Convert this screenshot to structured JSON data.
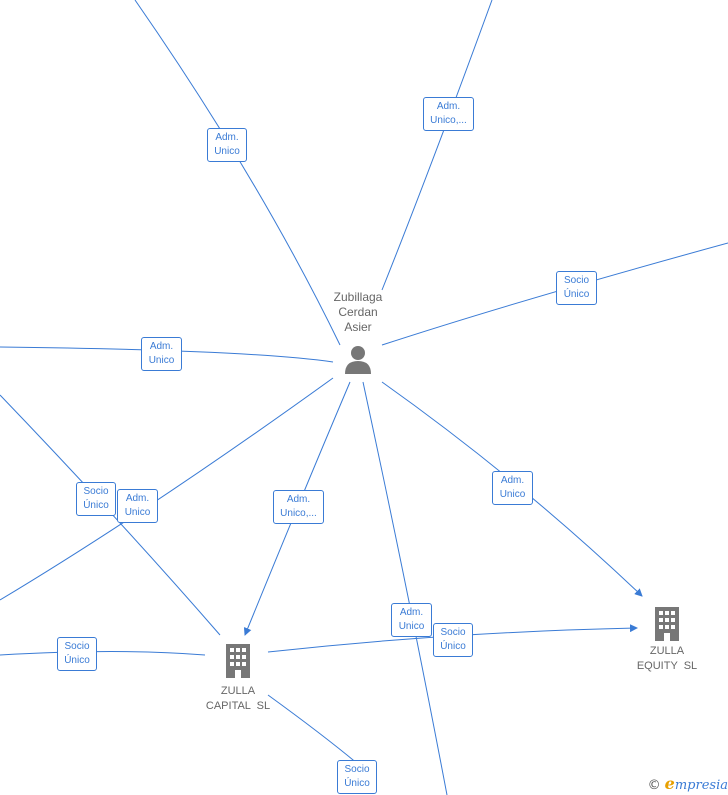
{
  "diagram": {
    "nodes": {
      "person": {
        "name_lines": [
          "Zubillaga",
          "Cerdan",
          "Asier"
        ],
        "icon": "person-icon"
      },
      "zulla_capital": {
        "name_lines": [
          "ZULLA",
          "CAPITAL  SL"
        ],
        "icon": "building-icon"
      },
      "zulla_equity": {
        "name_lines": [
          "ZULLA",
          "EQUITY  SL"
        ],
        "icon": "building-icon"
      }
    },
    "edge_labels": [
      {
        "id": "l1",
        "lines": [
          "Adm.",
          "Unico"
        ]
      },
      {
        "id": "l2",
        "lines": [
          "Adm.",
          "Unico,..."
        ]
      },
      {
        "id": "l3",
        "lines": [
          "Socio",
          "Único"
        ]
      },
      {
        "id": "l4",
        "lines": [
          "Adm.",
          "Unico"
        ]
      },
      {
        "id": "l5",
        "lines": [
          "Socio",
          "Único"
        ]
      },
      {
        "id": "l6",
        "lines": [
          "Adm.",
          "Unico"
        ]
      },
      {
        "id": "l7",
        "lines": [
          "Adm.",
          "Unico,..."
        ]
      },
      {
        "id": "l8",
        "lines": [
          "Adm.",
          "Unico"
        ]
      },
      {
        "id": "l9",
        "lines": [
          "Socio",
          "Único"
        ]
      },
      {
        "id": "l10",
        "lines": [
          "Adm.",
          "Unico"
        ]
      },
      {
        "id": "l11",
        "lines": [
          "Socio",
          "Único"
        ]
      },
      {
        "id": "l12",
        "lines": [
          "Socio",
          "Único"
        ]
      }
    ],
    "colors": {
      "edge": "#3a7bd5",
      "node_icon": "#777777",
      "label_text": "#3a7bd5"
    }
  },
  "watermark": {
    "copyright": "©",
    "brand_initial": "e",
    "brand_rest": "mpresia"
  }
}
